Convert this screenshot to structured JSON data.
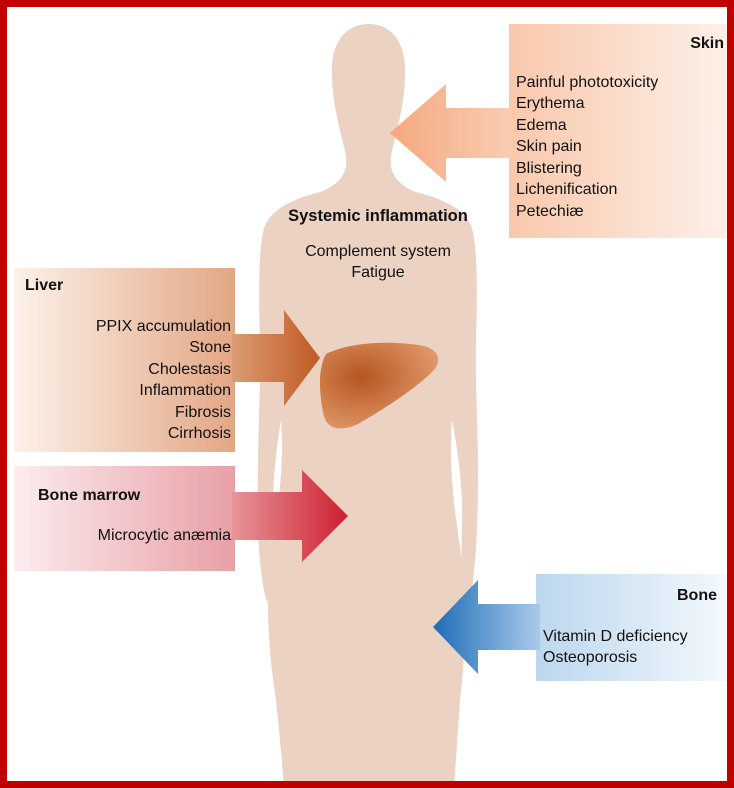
{
  "center": {
    "title": "Systemic inflammation",
    "items": [
      "Complement system",
      "Fatigue"
    ]
  },
  "skin": {
    "heading": "Skin",
    "items": [
      "Painful phototoxicity",
      "Erythema",
      "Edema",
      "Skin pain",
      "Blistering",
      "Lichenification",
      "Petechiæ"
    ]
  },
  "liver": {
    "heading": "Liver",
    "items": [
      "PPIX accumulation",
      "Stone",
      "Cholestasis",
      "Inflammation",
      "Fibrosis",
      "Cirrhosis"
    ]
  },
  "bone_marrow": {
    "heading": "Bone marrow",
    "items": [
      "Microcytic anæmia"
    ]
  },
  "bone": {
    "heading": "Bone",
    "items": [
      "Vitamin D deficiency",
      "Osteoporosis"
    ]
  },
  "colors": {
    "frame": "#c00000",
    "body": "#ecd2c3",
    "skin_arrow": "#f7b28c",
    "liver_arrow": "#c96a35",
    "marrow_arrow": "#d02a37",
    "bone_arrow": "#2776bd",
    "organ": "#c8652c"
  }
}
